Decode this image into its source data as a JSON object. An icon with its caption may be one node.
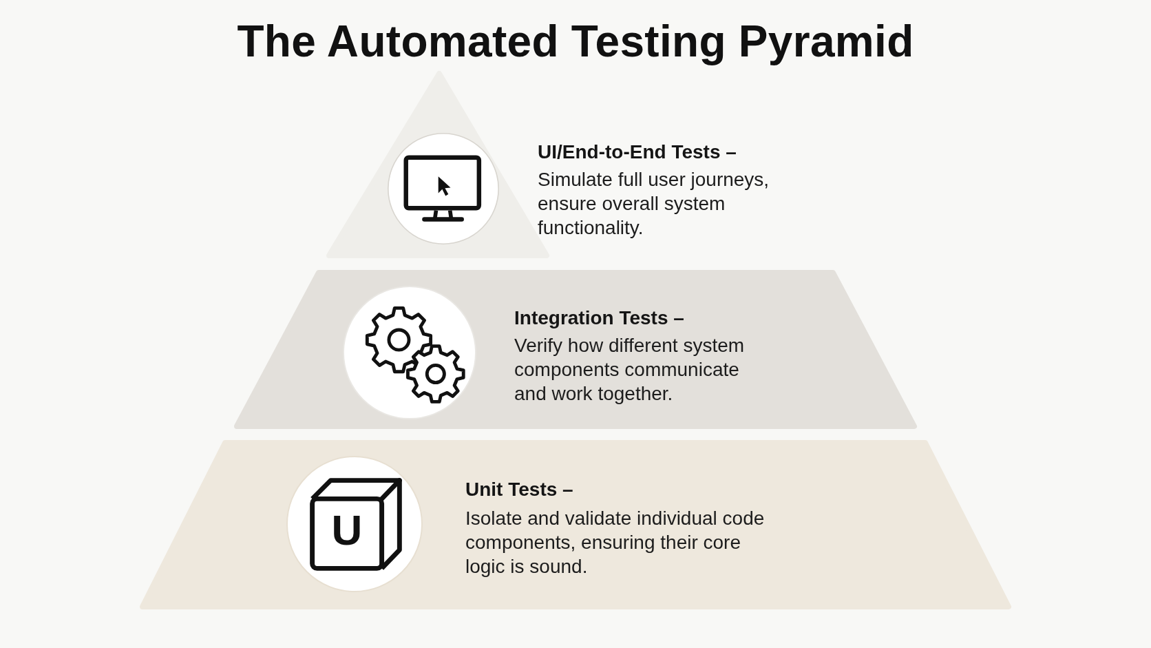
{
  "diagram": {
    "title": "The Automated Testing Pyramid",
    "nodes": [
      {
        "text": [
          "UI/End-to-End Tests –",
          "Simulate full user journeys, ensure overall system functionality."
        ]
      },
      {
        "text": [
          "Integration Tests –",
          "Verify how different system components communicate and work together."
        ]
      },
      {
        "text": [
          "Unit Tests –",
          "Isolate and validate individual code components, ensuring their core logic is sound."
        ]
      }
    ],
    "labels": [
      "U"
    ]
  }
}
